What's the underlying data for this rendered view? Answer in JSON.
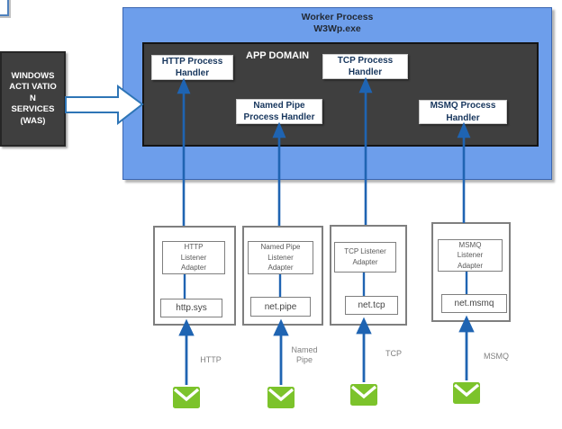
{
  "was_box": {
    "label": "WINDOWS\nACTI VATIO\nN\nSERVICES\n(WAS)"
  },
  "worker_process": {
    "title_line1": "Worker Process",
    "title_line2": "W3Wp.exe",
    "app_domain_label": "APP DOMAIN",
    "handlers": [
      {
        "label": "HTTP Process\nHandler"
      },
      {
        "label": "Named Pipe\nProcess Handler"
      },
      {
        "label": "TCP Process\nHandler"
      },
      {
        "label": "MSMQ Process\nHandler"
      }
    ]
  },
  "listeners": [
    {
      "adapter_label": "HTTP\nListener\nAdapter",
      "component_label": "http.sys",
      "transport_label": "HTTP"
    },
    {
      "adapter_label": "Named Pipe\nListener\nAdapter",
      "component_label": "net.pipe",
      "transport_label": "Named\nPipe"
    },
    {
      "adapter_label": "TCP Listener\nAdapter",
      "component_label": "net.tcp",
      "transport_label": "TCP"
    },
    {
      "adapter_label": "MSMQ\nListener\nAdapter",
      "component_label": "net.msmq",
      "transport_label": "MSMQ"
    }
  ],
  "icons": {
    "message": "envelope-icon"
  },
  "colors": {
    "worker_box_fill": "#6d9eeb",
    "worker_box_border": "#3b66b0",
    "dark_box_fill": "#3f3f3f",
    "arrow_blue": "#1f64b2",
    "block_arrow_border": "#2e75b6",
    "envelope_green": "#7cc32b",
    "handler_text": "#17365d",
    "gray_border": "#7f7f7f"
  }
}
